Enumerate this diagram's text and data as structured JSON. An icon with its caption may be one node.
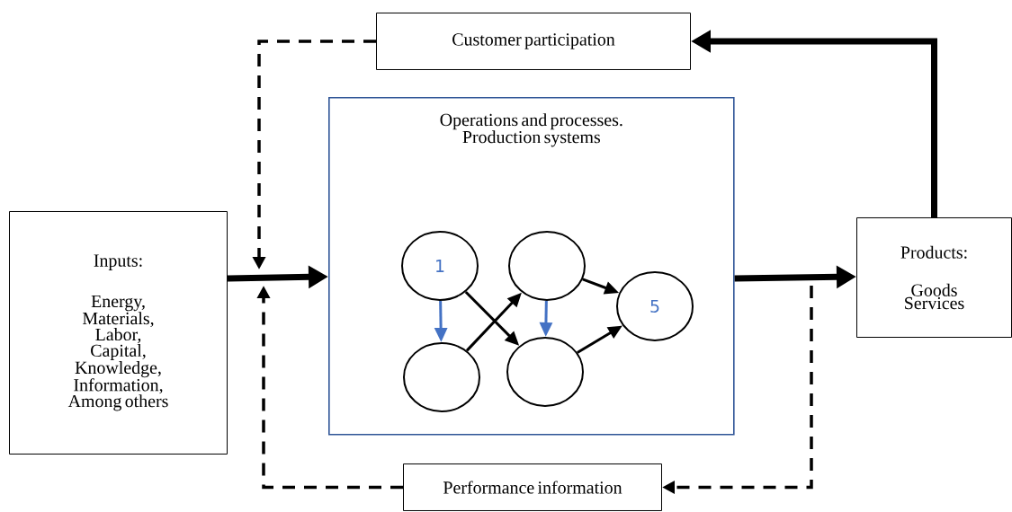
{
  "diagram": {
    "nodes": [
      {
        "text": [
          "Inputs:",
          "Energy, Materials, Labor, Capital, Knowledge, Information, Among others"
        ]
      },
      {
        "text": [
          "Customer participation"
        ]
      },
      {
        "text": [
          "Operations and processes. Production systems"
        ]
      },
      {
        "text": [
          "1"
        ],
        "in": 2
      },
      {
        "text": [],
        "shape": "circle",
        "in": 2
      },
      {
        "text": [
          "5"
        ],
        "in": 2
      },
      {
        "text": [],
        "shape": "circle",
        "in": 2
      },
      {
        "text": [],
        "shape": "circle",
        "in": 2
      },
      {
        "text": [
          "Products:",
          "Goods Services"
        ]
      },
      {
        "text": [
          "Performance information"
        ]
      }
    ],
    "edges": [
      {
        "from": 0,
        "to": 2,
        "arrow": "to",
        "style": "thick"
      },
      {
        "from": 2,
        "to": 8,
        "arrow": "to",
        "style": "thick"
      },
      {
        "from": 8,
        "to": 1,
        "arrow": "to",
        "style": "thick"
      },
      {
        "from": 1,
        "to": null,
        "arrow": "to",
        "style": "dashed"
      },
      {
        "from": 9,
        "to": null,
        "arrow": "to",
        "style": "dashed"
      },
      {
        "from": null,
        "to": 9,
        "arrow": "to",
        "style": "dashed"
      },
      {
        "from": 3,
        "to": 6,
        "arrow": "to",
        "color": "#4472c4"
      },
      {
        "from": 3,
        "to": 7,
        "arrow": "to"
      },
      {
        "from": 6,
        "to": 4,
        "arrow": "to"
      },
      {
        "from": 4,
        "to": 7,
        "arrow": "to",
        "color": "#4472c4"
      },
      {
        "from": 4,
        "to": 5,
        "arrow": "to"
      },
      {
        "from": 7,
        "to": 5,
        "arrow": "to"
      }
    ]
  }
}
